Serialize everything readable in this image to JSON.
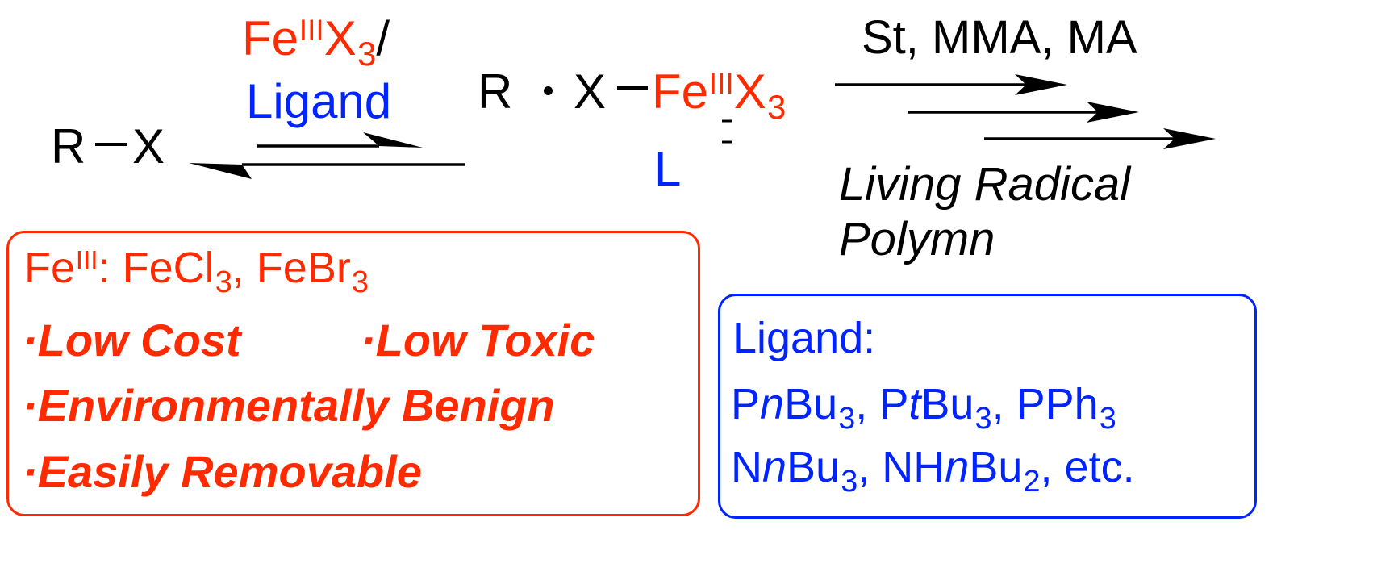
{
  "colors": {
    "fe_red": "#ff2a00",
    "ligand_blue": "#0024ff",
    "ink": "#000000"
  },
  "reactant": {
    "r": "R",
    "x": "X"
  },
  "catalyst_above": {
    "fe": "Fe",
    "fe_ox": "III",
    "x": "X",
    "x_sub": "3",
    "slash": "/",
    "ligand": "Ligand"
  },
  "intermediate": {
    "r": "R",
    "x": "X",
    "fe": "Fe",
    "fe_ox": "III",
    "x2": "X",
    "x2_sub": "3",
    "l": "L"
  },
  "monomers": "St, MMA, MA",
  "process": {
    "line1": "Living Radical",
    "line2": "Polymn"
  },
  "fe_box": {
    "head_fe": "Fe",
    "head_ox": "III",
    "head_colon": ": ",
    "fecl": "FeCl",
    "fecl_sub": "3",
    "sep": ", ",
    "febr": "FeBr",
    "febr_sub": "3",
    "features": [
      "·Low Cost",
      "·Low Toxic",
      "·Environmentally Benign",
      "·Easily Removable"
    ]
  },
  "ligand_box": {
    "title": "Ligand:",
    "row1": {
      "a_p": "P",
      "a_n": "n",
      "a_bu": "Bu",
      "a_sub": "3",
      "a_sep": ", ",
      "b_p": "P",
      "b_t": "t",
      "b_bu": "Bu",
      "b_sub": "3",
      "b_sep": ", ",
      "c_pph": "PPh",
      "c_sub": "3"
    },
    "row2": {
      "a_n1": "N",
      "a_n": "n",
      "a_bu": "Bu",
      "a_sub": "3",
      "a_sep": ", ",
      "b_nh": "NH",
      "b_n": "n",
      "b_bu": "Bu",
      "b_sub": "2",
      "b_sep": ", etc."
    }
  }
}
